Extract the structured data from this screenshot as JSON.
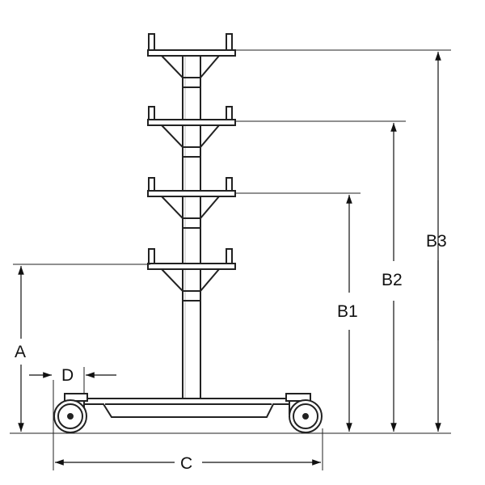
{
  "dimension_labels": {
    "a": "A",
    "b1": "B1",
    "b2": "B2",
    "b3": "B3",
    "c": "C",
    "d": "D"
  },
  "tier_count": 4,
  "colors": {
    "line": "#222222",
    "fill": "#ffffff",
    "shadow": "#bbbbbb"
  }
}
